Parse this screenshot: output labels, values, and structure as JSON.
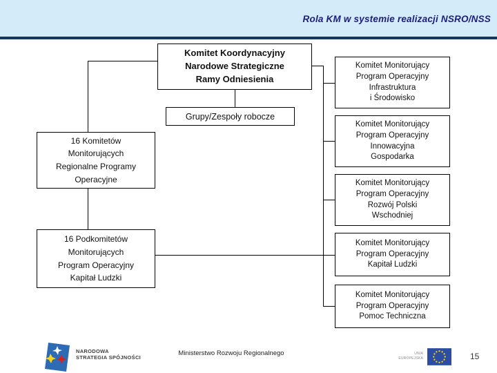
{
  "header": {
    "title": "Rola KM w systemie realizacji NSRO/NSS"
  },
  "diagram": {
    "coordinating_committee": "Komitet Koordynacyjny\nNarodowe Strategiczne\nRamy Odniesienia",
    "working_groups": "Grupy/Zespoły robocze",
    "regional_committees": "16 Komitetów\nMonitorujących\nRegionalne Programy\nOperacyjne",
    "subcommittees": "16 Podkomitetów\nMonitorujących\nProgram Operacyjny\nKapitał Ludzki",
    "monitoring_committees": [
      {
        "label": "Komitet Monitorujący\nProgram Operacyjny\nInfrastruktura\ni Środowisko"
      },
      {
        "label": "Komitet Monitorujący\nProgram Operacyjny\nInnowacyjna\nGospodarka"
      },
      {
        "label": "Komitet Monitorujący\nProgram Operacyjny\nRozwój Polski\nWschodniej"
      },
      {
        "label": "Komitet Monitorujący\nProgram Operacyjny\nKapitał Ludzki"
      },
      {
        "label": "Komitet Monitorujący\nProgram Operacyjny\nPomoc Techniczna"
      }
    ]
  },
  "footer": {
    "nss_logo_text": "NARODOWA\nSTRATEGIA SPÓJNOŚCI",
    "ministry": "Ministerstwo Rozwoju Regionalnego",
    "eu_label": "UNIA\nEUROPEJSKA",
    "page_number": "15"
  },
  "colors": {
    "header-band": "#d4ebf9",
    "header-rule": "#16375f",
    "title-text": "#1d1d7c",
    "box-border": "#000000",
    "nss-logo-blue": "#2d6cb4",
    "nss-star-yellow": "#f5d315",
    "nss-star-red": "#d9231f",
    "eu-flag-blue": "#2b4ea2",
    "eu-star-yellow": "#ffd617"
  }
}
